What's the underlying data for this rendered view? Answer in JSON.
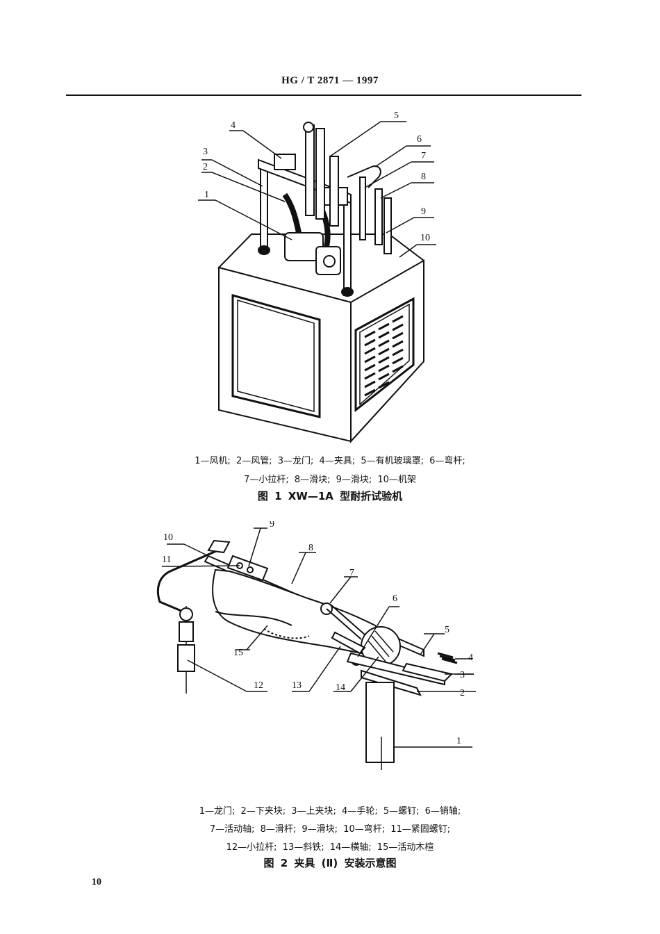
{
  "header": {
    "standard_code": "HG / T 2871 — 1997"
  },
  "figure1": {
    "callouts": [
      "1",
      "2",
      "3",
      "4",
      "5",
      "6",
      "7",
      "8",
      "9",
      "10"
    ],
    "legend_line1": "1—风机;  2—风管;  3—龙门;  4—夹具;  5—有机玻璃罩;  6—弯杆;",
    "legend_line2": "7—小拉杆;  8—滑块;  9—滑块;  10—机架",
    "title": "图 1   XW—1A 型耐折试验机"
  },
  "figure2": {
    "callouts": [
      "1",
      "2",
      "3",
      "4",
      "5",
      "6",
      "7",
      "8",
      "9",
      "10",
      "11",
      "12",
      "13",
      "14",
      "15"
    ],
    "legend_line1": "1—龙门;  2—下夹块;  3—上夹块;  4—手轮;  5—螺钉;  6—销轴;",
    "legend_line2": "7—活动轴;  8—滑杆;  9—滑块;  10—弯杆;  11—紧固螺钉;",
    "legend_line3": "12—小拉杆; 13—斜铁; 14—横轴; 15—活动木楦",
    "title": "图 2   夹具 (Ⅱ) 安装示意图"
  },
  "footer": {
    "page_number": "10"
  }
}
